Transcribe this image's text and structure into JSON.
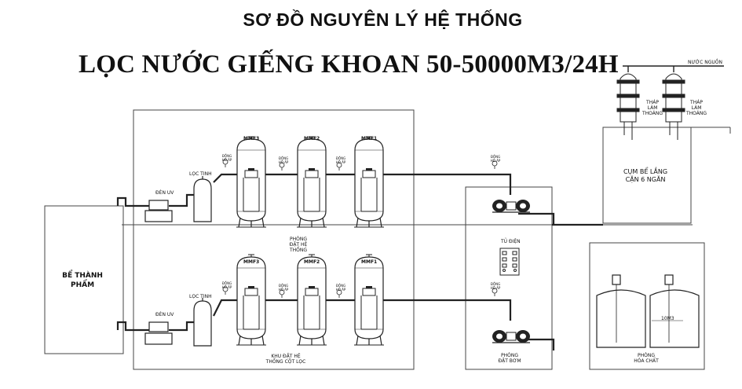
{
  "title": "SƠ ĐỒ NGUYÊN LÝ HỆ THỐNG",
  "subtitle": "LỌC NƯỚC GIẾNG KHOAN 50-50000M3/24H",
  "labels": {
    "raw_water": "NƯỚC NGUỒN",
    "aeration_tower_1": "THÁP LÀM THOÁNG",
    "aeration_tower_2": "THÁP LÀM THOÁNG",
    "settling_cluster": "CỤM BỂ LẮNG CẶN 6 NGĂN",
    "finished_tank": "BỂ THÀNH PHẨM",
    "uv_top": "ĐÈN UV",
    "uv_bottom": "ĐÈN UV",
    "fine_filter_top": "LỌC TINH",
    "fine_filter_bottom": "LỌC TINH",
    "system_room": "PHÒNG ĐẶT HỆ THỐNG",
    "filter_area": "KHU ĐẶT HỆ THỐNG CỘT LỌC",
    "control_panel": "TỦ ĐIỆN",
    "pump_room": "PHÒNG ĐẶT BƠM",
    "chemical_room": "PHÒNG HÓA CHẤT",
    "gauge": "ĐỒNG HỒ ÁP",
    "tank_volume": "10M3"
  },
  "filters_top": [
    "MMF3",
    "MMF2",
    "MMF1"
  ],
  "filters_bottom": [
    "MMF3",
    "MMF2",
    "MMF1"
  ],
  "colors": {
    "line": "#222222",
    "wall": "#444444",
    "background": "#ffffff"
  }
}
